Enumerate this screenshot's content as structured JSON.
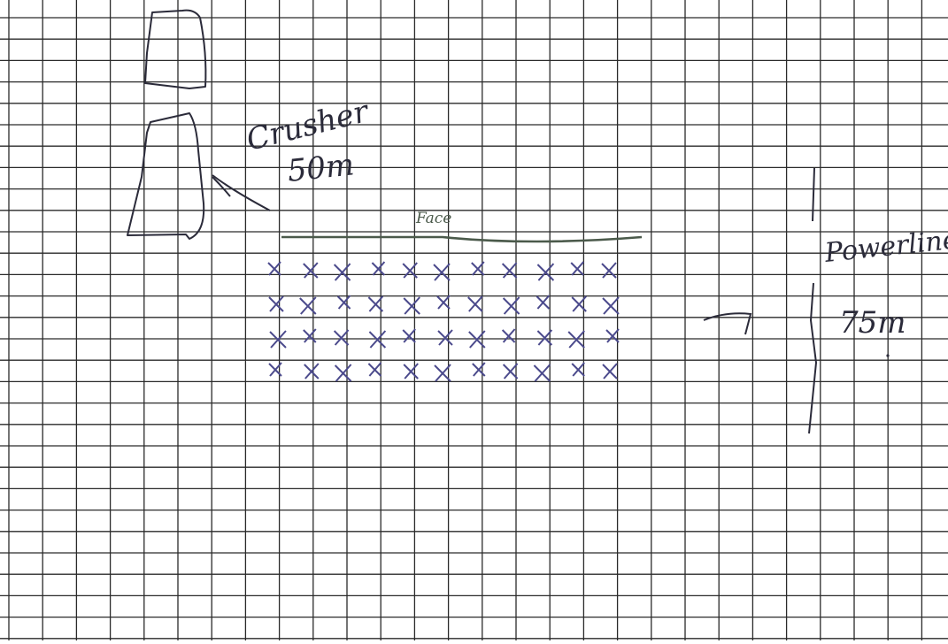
{
  "labels": {
    "crusher": "Crusher",
    "crusher_distance": "50m",
    "face": "Face",
    "powerline": "Powerline",
    "powerline_distance": "75m"
  },
  "blast_pattern": {
    "rows": 4,
    "holes_per_row": 11,
    "mark": "X"
  },
  "colors": {
    "paper": "#ffffff",
    "grid": "#2a2a2a",
    "ink": "#2b2b3a",
    "blast_mark": "#4b4a8c"
  }
}
